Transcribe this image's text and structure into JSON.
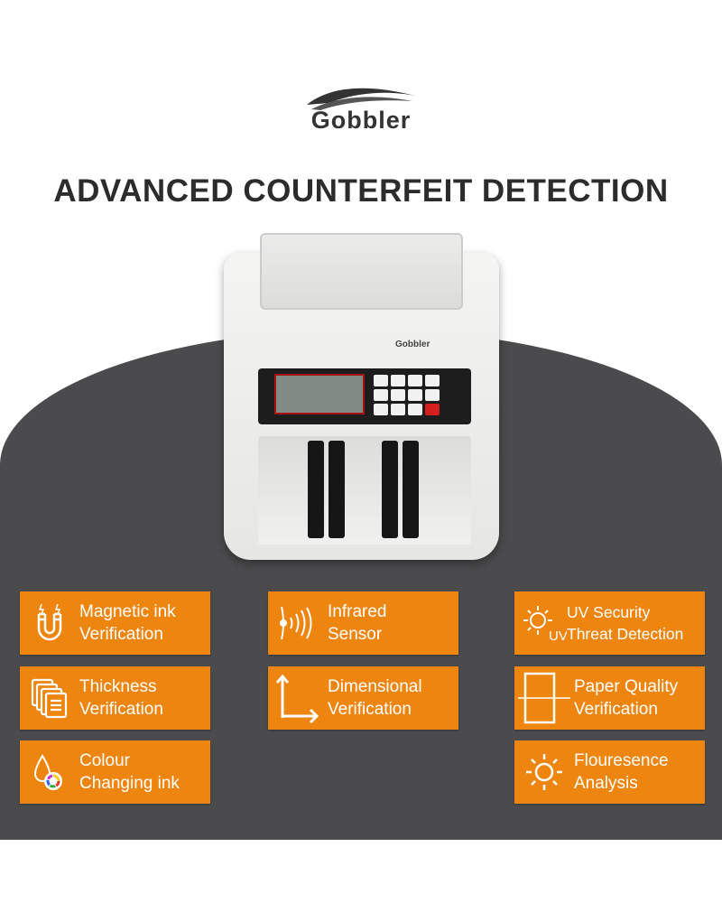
{
  "brand": {
    "name": "Gobbler"
  },
  "headline": "ADVANCED COUNTERFEIT DETECTION",
  "product": {
    "label": "Gobbler"
  },
  "colors": {
    "tile": "#ee850f",
    "background_dark": "#4b4b4d",
    "headline": "#2c2c2c"
  },
  "features": [
    {
      "icon": "magnet-icon",
      "line1": "Magnetic ink",
      "line2": "Verification"
    },
    {
      "icon": "infrared-icon",
      "line1": "Infrared",
      "line2": "Sensor"
    },
    {
      "icon": "uv-sun-icon",
      "line1": "UV Security",
      "line2": "Threat Detection",
      "icon_text": "UV"
    },
    {
      "icon": "stacked-pages-icon",
      "line1": "Thickness",
      "line2": "Verification"
    },
    {
      "icon": "axes-arrows-icon",
      "line1": "Dimensional",
      "line2": "Verification"
    },
    {
      "icon": "paper-frame-icon",
      "line1": "Paper Quality",
      "line2": "Verification"
    },
    {
      "icon": "color-drop-icon",
      "line1": "Colour",
      "line2": "Changing ink"
    },
    {
      "icon": "sun-icon",
      "line1": "Flouresence",
      "line2": "Analysis"
    }
  ]
}
